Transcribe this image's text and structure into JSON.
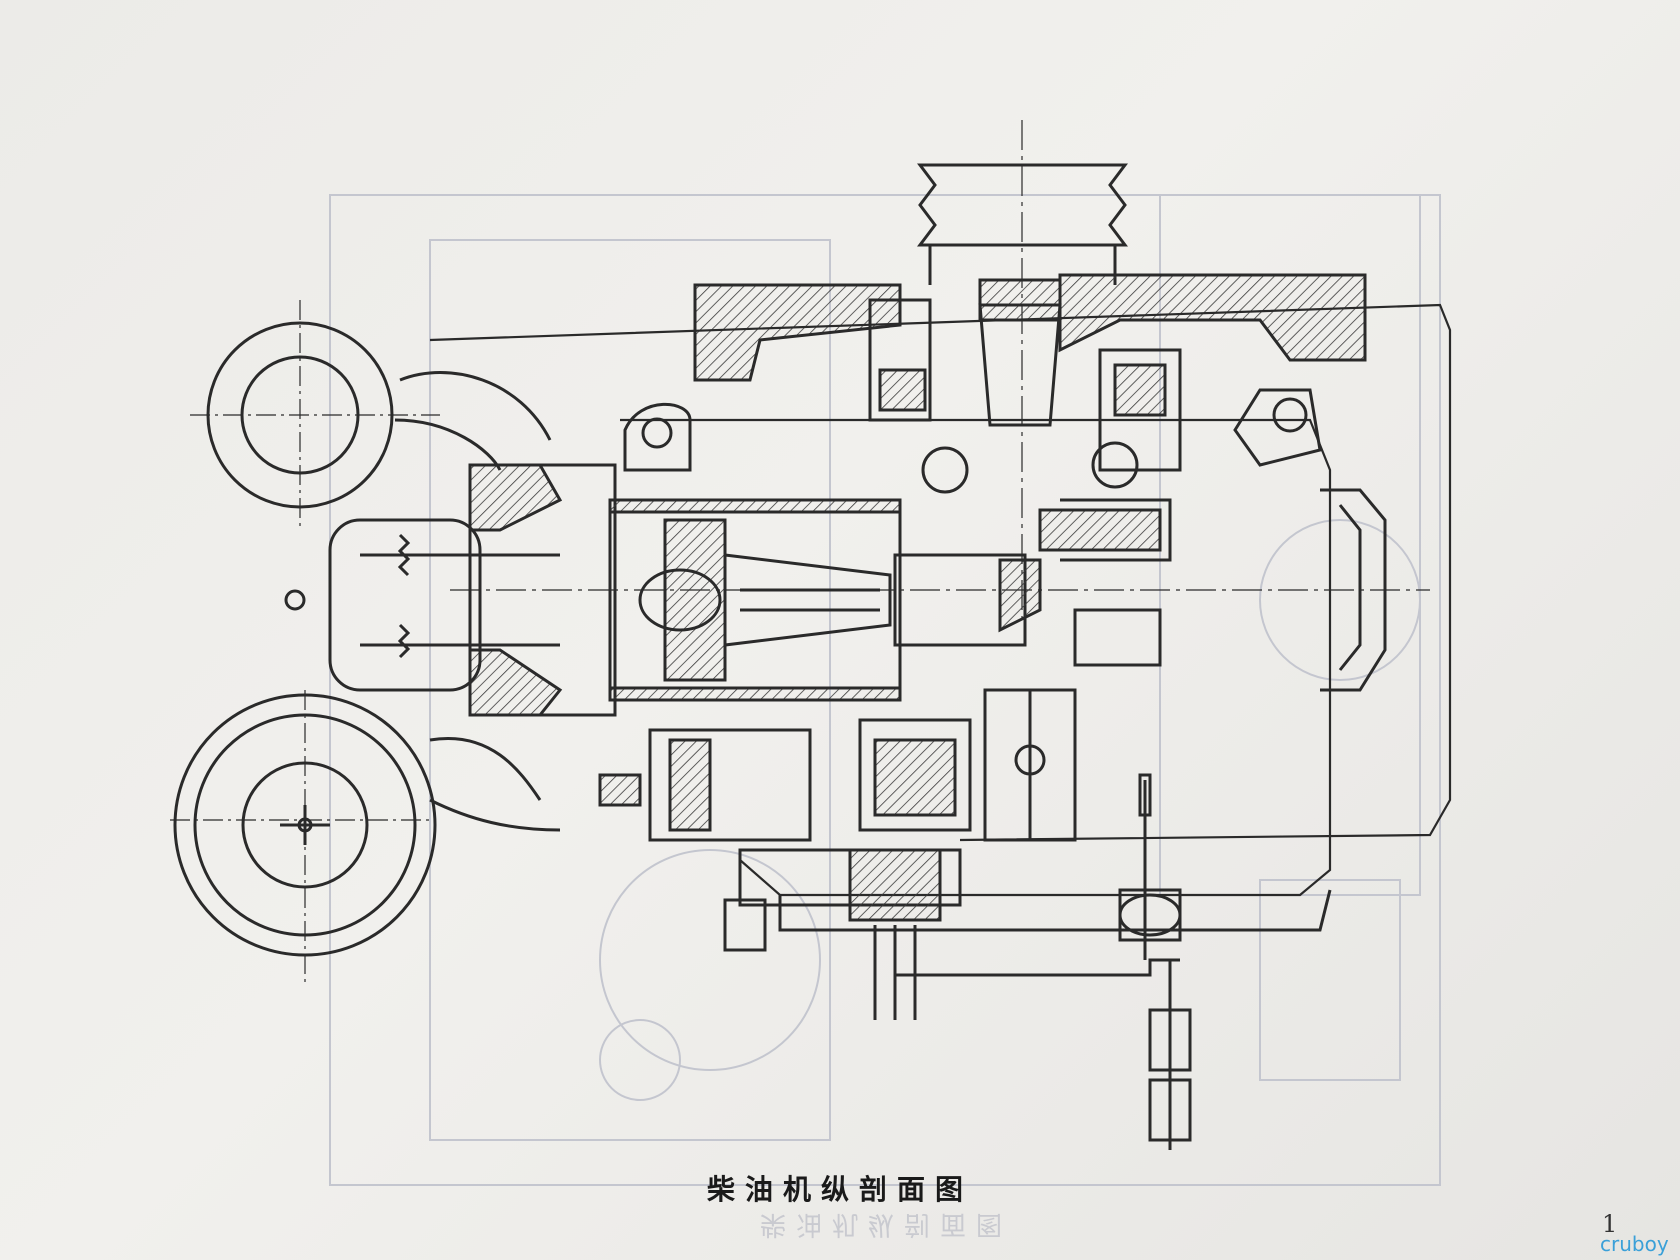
{
  "diagram": {
    "caption": "柴油机纵剖面图",
    "caption_ghost": "柴油机纵剖面图",
    "page_number": "1",
    "watermark": "cruboy"
  },
  "colors": {
    "ink": "#2a2a2a",
    "ghost": "#c4c6cf",
    "hatch": "#3a3a3a",
    "paper": "#ecebe8"
  }
}
